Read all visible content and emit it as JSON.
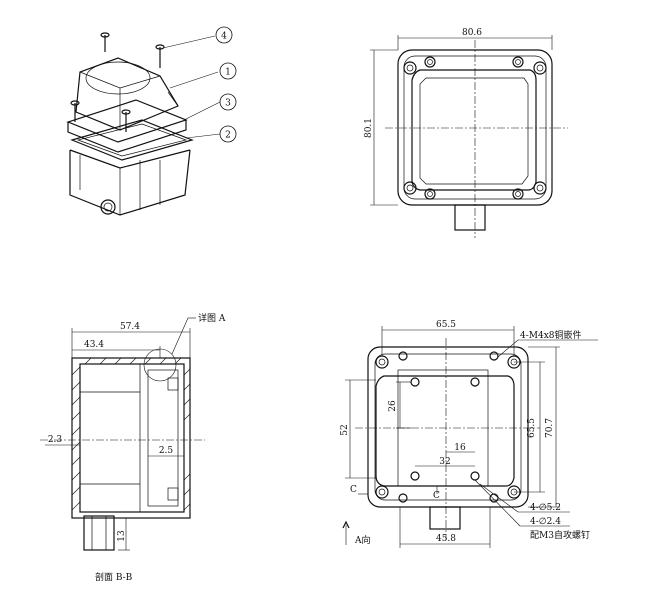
{
  "isometric_view": {
    "callouts": [
      "4",
      "1",
      "3",
      "2"
    ]
  },
  "top_view": {
    "dim_width": "80.6",
    "dim_height": "80.1"
  },
  "section_view": {
    "dim_overall": "57.4",
    "dim_inner": "43.4",
    "dim_left": "2.3",
    "dim_wall": "2.5",
    "dim_bottom": "13",
    "detail_label": "详图 A",
    "caption": "剖面 B-B"
  },
  "bottom_view": {
    "dim_top": "65.5",
    "dim_26": "26",
    "dim_52": "52",
    "dim_655": "65.5",
    "dim_707": "70.7",
    "dim_16": "16",
    "dim_32": "32",
    "dim_458": "45.8",
    "hole_dia_1": "4-∅5.2",
    "hole_dia_2": "4-∅2.4",
    "insert_note": "4-M4x8铜嵌件",
    "screw_note": "配M3自攻螺钉",
    "label_c_left": "C",
    "label_c_mid": "C",
    "view_dir": "A向"
  }
}
